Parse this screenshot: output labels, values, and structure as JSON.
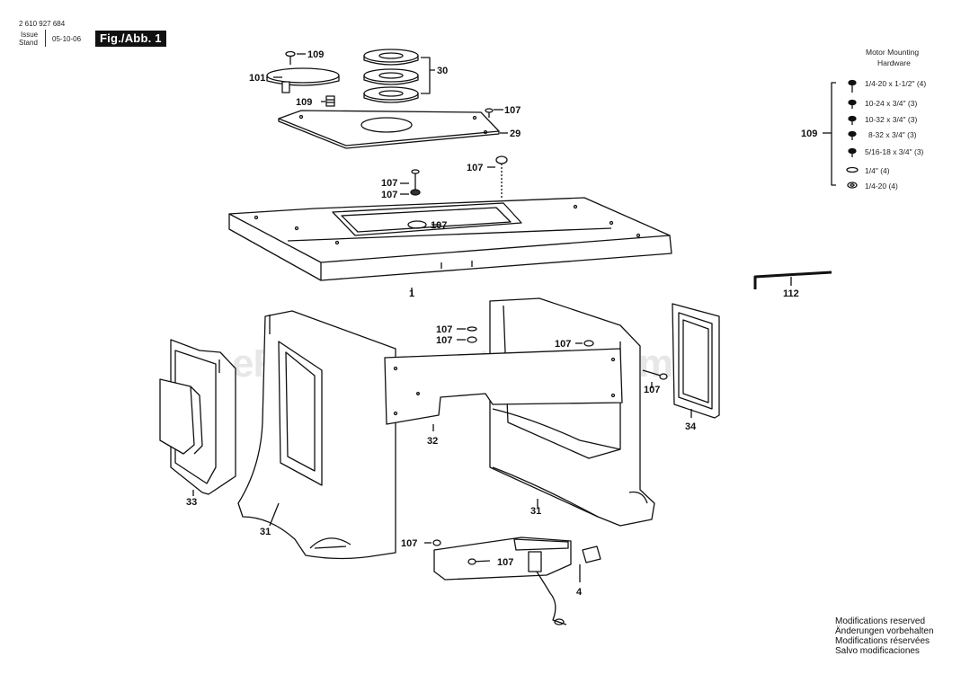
{
  "header": {
    "doc_number": "2 610 927 684",
    "issue_label": "Issue",
    "stand_label": "Stand",
    "date": "05-10-06",
    "figure": "Fig./Abb. 1"
  },
  "callouts": {
    "c1": "1",
    "c4": "4",
    "c29": "29",
    "c30": "30",
    "c31": "31",
    "c32": "32",
    "c33": "33",
    "c34": "34",
    "c101": "101",
    "c107": "107",
    "c109": "109",
    "c112": "112"
  },
  "hardware": {
    "title_line1": "Motor Mounting",
    "title_line2": "Hardware",
    "group_label": "109",
    "items": [
      "1/4-20 x 1-1/2\" (4)",
      "10-24 x 3/4\" (3)",
      "10-32 x 3/4\" (3)",
      "8-32 x 3/4\" (3)",
      "5/16-18 x 3/4\" (3)",
      "1/4\" (4)",
      "1/4-20 (4)"
    ]
  },
  "watermark": "eReplacementParts.com",
  "modifications": [
    "Modifications reserved",
    "Änderungen vorbehalten",
    "Modifications réservées",
    "Salvo modificaciones"
  ]
}
